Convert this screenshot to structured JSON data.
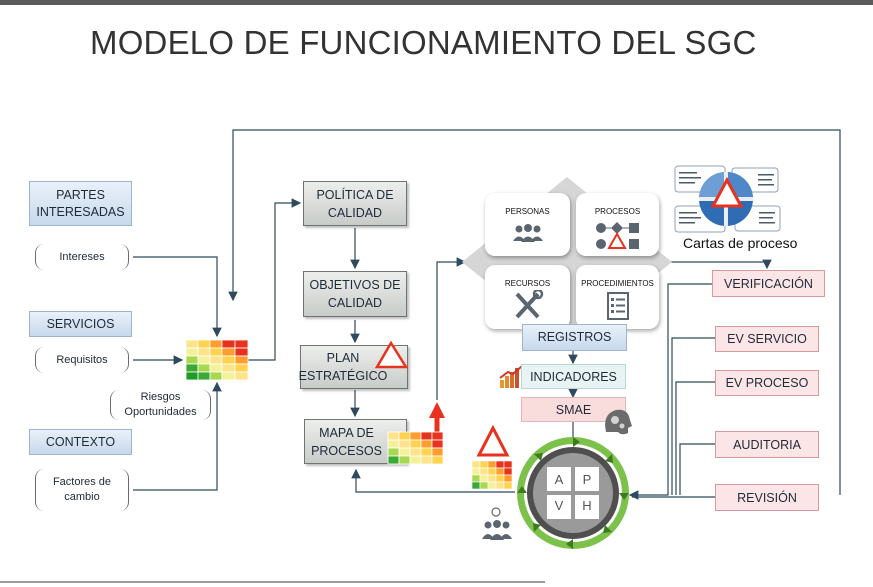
{
  "title": "MODELO DE FUNCIONAMIENTO DEL SGC",
  "left": {
    "partes": "PARTES INTERESADAS",
    "intereses": "Intereses",
    "servicios": "SERVICIOS",
    "requisitos": "Requisitos",
    "riesgos": "Riesgos Oportunidades",
    "contexto": "CONTEXTO",
    "factores": "Factores de cambio"
  },
  "center": {
    "politica": "POLÍTICA DE CALIDAD",
    "objetivos": "OBJETIVOS DE CALIDAD",
    "plan": "PLAN ESTRATÉGICO",
    "mapa": "MAPA DE PROCESOS"
  },
  "quadrants": {
    "personas": "PERSONAS",
    "procesos": "PROCESOS",
    "recursos": "RECURSOS",
    "procedimientos": "PROCEDIMIENTOS"
  },
  "right": {
    "cartas": "Cartas de proceso",
    "registros": "REGISTROS",
    "indicadores": "INDICADORES",
    "smae": "SMAE",
    "verificacion": "VERIFICACIÓN",
    "ev_servicio": "EV SERVICIO",
    "ev_proceso": "EV PROCESO",
    "auditoria": "AUDITORIA",
    "revision": "REVISIÓN"
  },
  "pdca": {
    "p": "P",
    "a": "A",
    "v": "V",
    "h": "H"
  }
}
